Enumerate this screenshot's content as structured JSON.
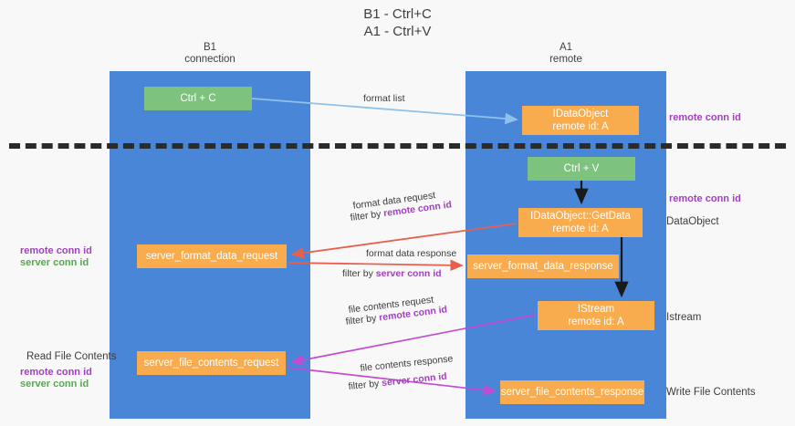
{
  "diagram": {
    "title_line1": "B1 - Ctrl+C",
    "title_line2": "A1 - Ctrl+V",
    "background": "#f8f8f8",
    "lane_color": "#4a86d8",
    "green_color": "#7dc37d",
    "orange_color": "#f9ac4e",
    "purple_color": "#a23fbf",
    "green_text_color": "#57a84f",
    "divider_color": "#2b2b2b"
  },
  "columns": [
    {
      "id": "b1",
      "name": "B1",
      "subtitle": "connection"
    },
    {
      "id": "a1",
      "name": "A1",
      "subtitle": "remote"
    }
  ],
  "nodes": {
    "ctrl_c": {
      "line1": "Ctrl + C",
      "line2": "",
      "kind": "green"
    },
    "idataobject": {
      "line1": "IDataObject",
      "line2": "remote id: A",
      "kind": "orange"
    },
    "ctrl_v": {
      "line1": "Ctrl + V",
      "line2": "",
      "kind": "green"
    },
    "getdata": {
      "line1": "IDataObject::GetData",
      "line2": "remote id: A",
      "kind": "orange"
    },
    "server_format_data_request": {
      "line1": "server_format_data_request",
      "line2": "",
      "kind": "orange"
    },
    "server_format_data_response": {
      "line1": "server_format_data_response",
      "line2": "",
      "kind": "orange"
    },
    "istream": {
      "line1": "IStream",
      "line2": "remote id: A",
      "kind": "orange"
    },
    "server_file_contents_request": {
      "line1": "server_file_contents_request",
      "line2": "",
      "kind": "orange"
    },
    "server_file_contents_response": {
      "line1": "server_file_contents_response",
      "line2": "",
      "kind": "orange"
    }
  },
  "annotations": {
    "remote_conn_id_top": "remote conn id",
    "remote_conn_id_mid": "remote conn id",
    "dataobject": "DataObject",
    "istream": "Istream",
    "write_file_contents": "Write File Contents",
    "read_file_contents": "Read File Contents",
    "left_remote_conn_id_1": "remote conn id",
    "left_server_conn_id_1": "server conn id",
    "left_remote_conn_id_2": "remote conn id",
    "left_server_conn_id_2": "server conn id"
  },
  "edge_labels": {
    "format_list": "format list",
    "format_data_request": "format data request",
    "format_data_request_filter_prefix": "filter by ",
    "format_data_request_filter_key": "remote conn id",
    "format_data_response": "format data response",
    "format_data_response_filter_prefix": "filter by ",
    "format_data_response_filter_key": "server conn id",
    "file_contents_request": "file contents request",
    "file_contents_request_filter_prefix": "filter by ",
    "file_contents_request_filter_key": "remote conn id",
    "file_contents_response": "file contents response",
    "file_contents_response_filter_prefix": "filter by ",
    "file_contents_response_filter_key": "server conn id"
  }
}
